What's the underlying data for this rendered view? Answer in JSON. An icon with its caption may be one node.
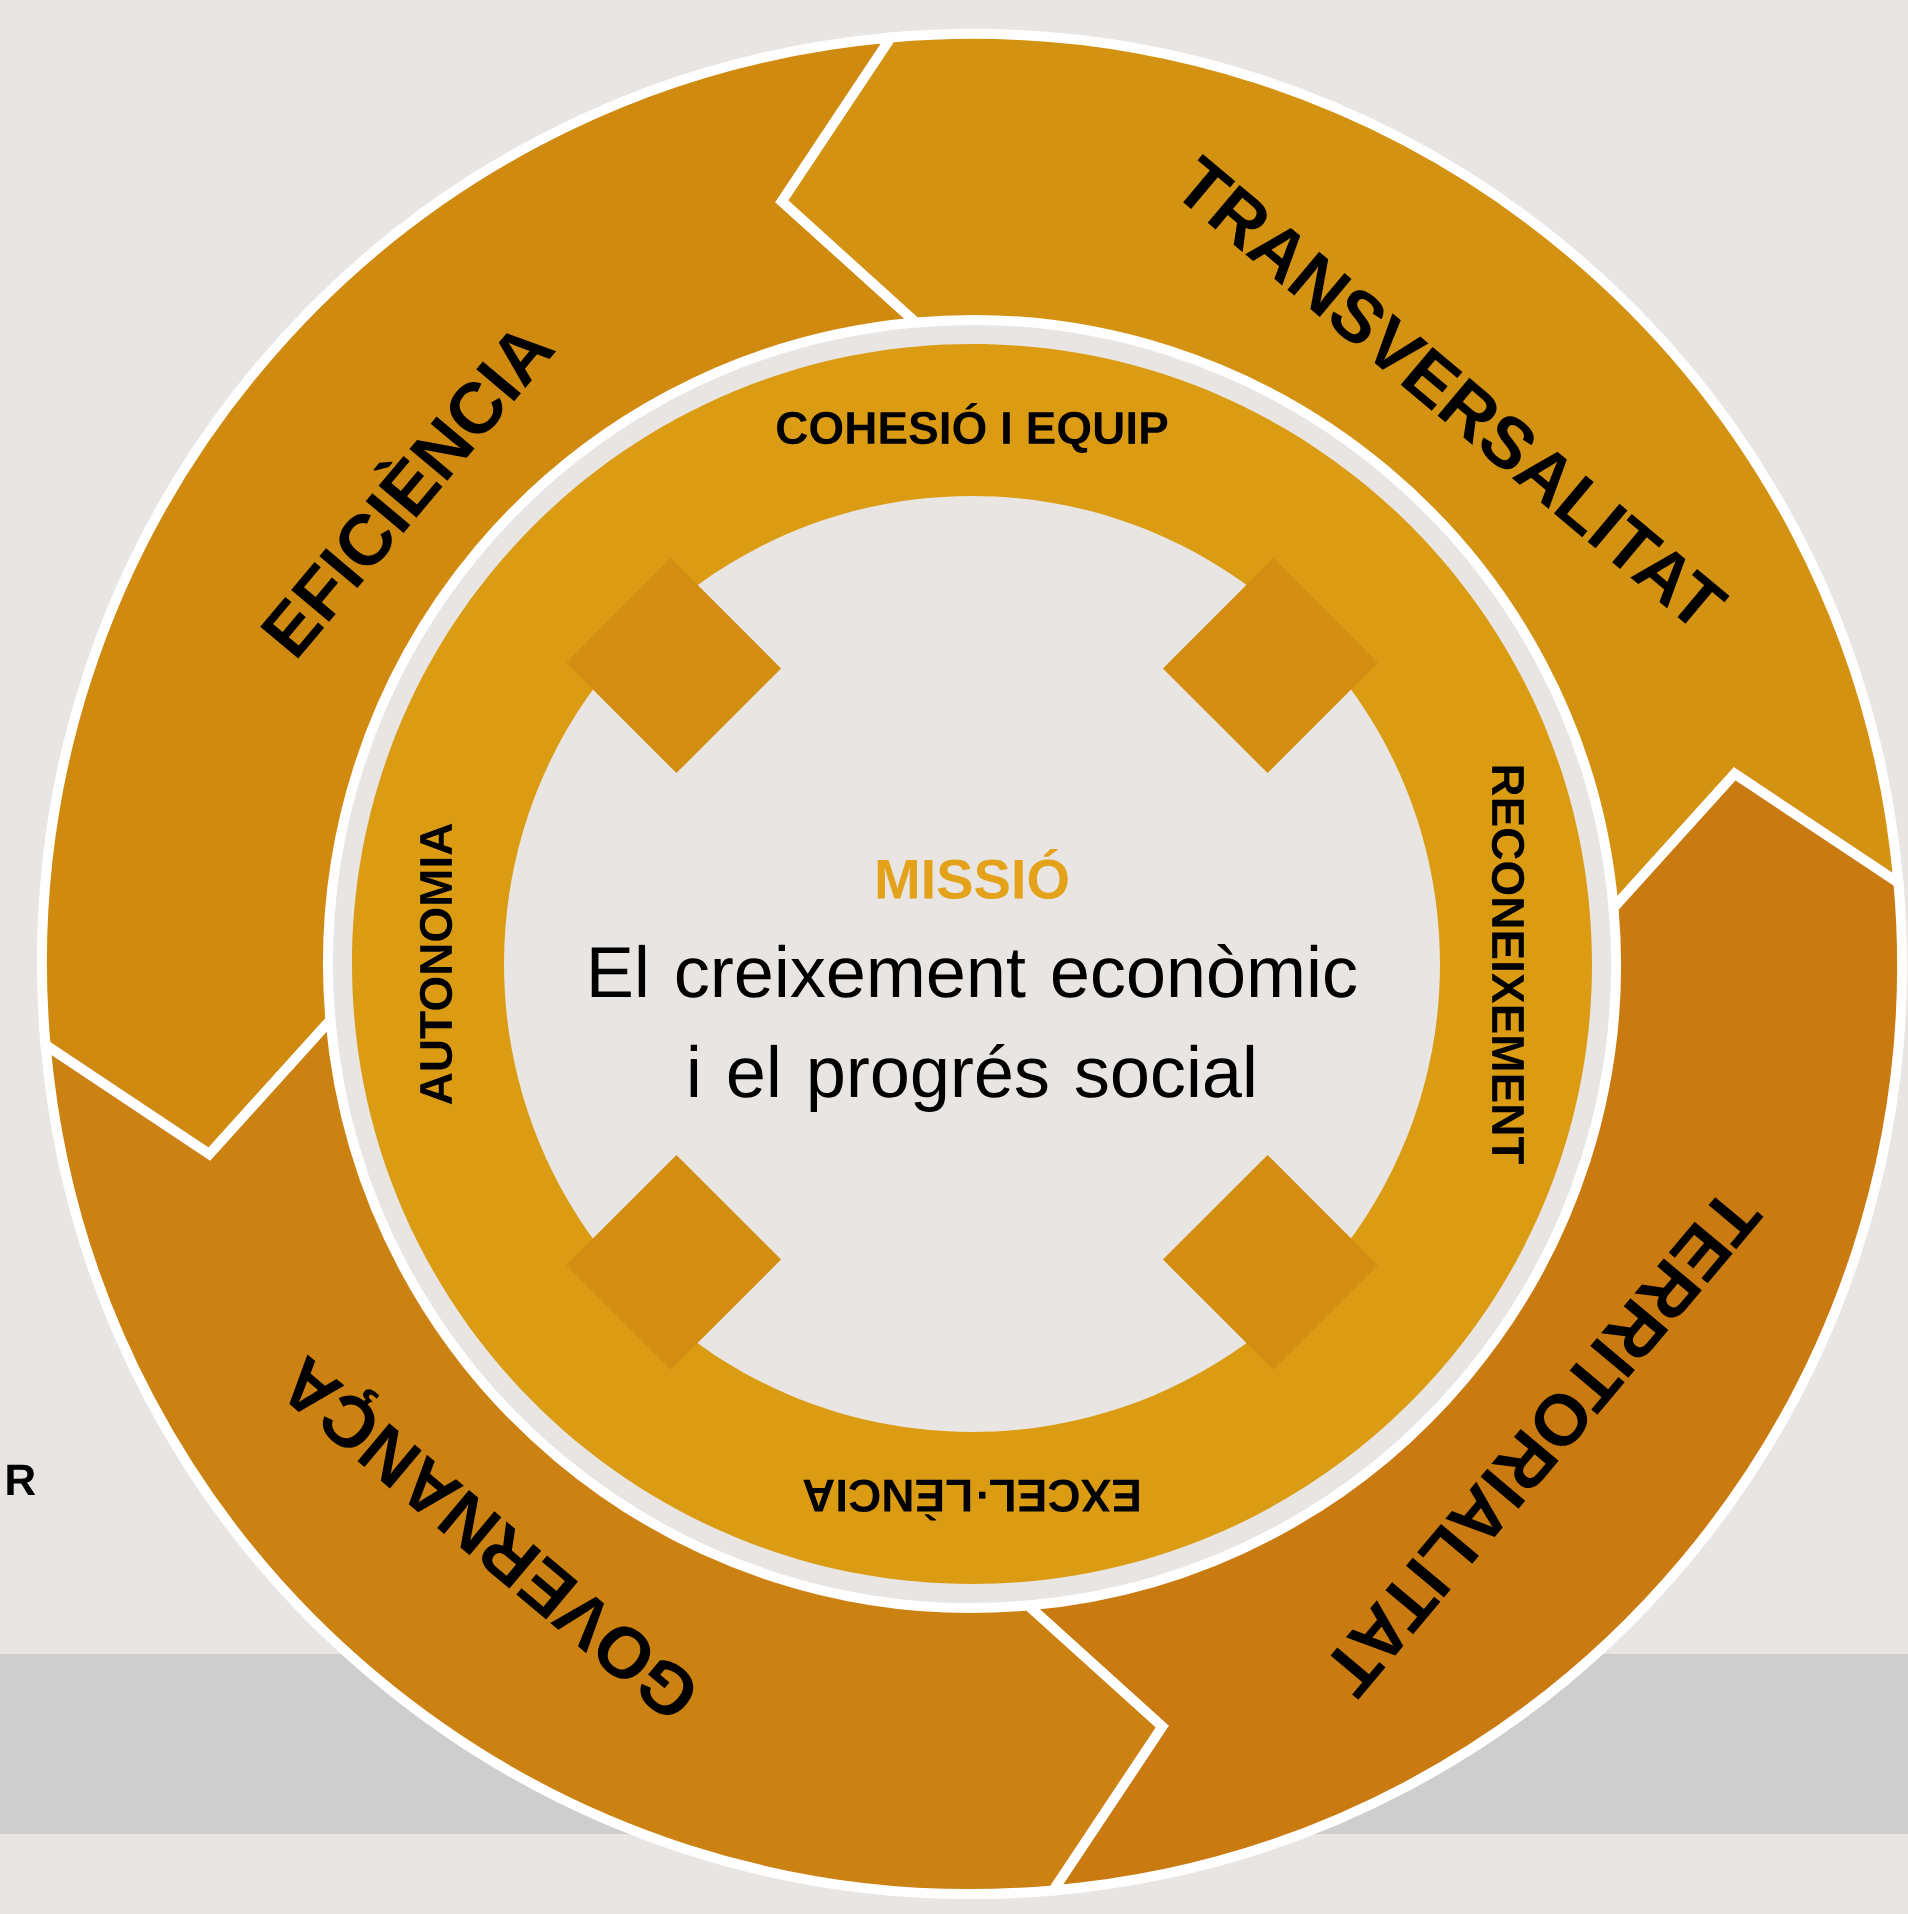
{
  "diagram": {
    "nodes": [
      {
        "text": [
          "EFICIÈNCIA"
        ]
      },
      {
        "text": [
          "TRANSVERSALITAT"
        ]
      },
      {
        "text": [
          "TERRITORIALITAT"
        ]
      },
      {
        "text": [
          "GOVERNANÇA"
        ]
      },
      {
        "text": [
          "COHESIÓ I EQUIP",
          "RECONEIXEMENT",
          "EXCEL·LÈNCIA",
          "AUTONOMIA"
        ]
      },
      {
        "text": [
          "MISSIÓ",
          "El creixement econòmic i el progrés social"
        ],
        "in": 4
      }
    ],
    "labels": [
      "R"
    ]
  }
}
